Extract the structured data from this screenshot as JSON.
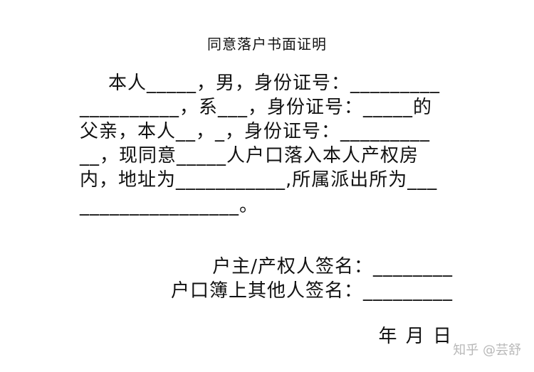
{
  "document": {
    "title": "同意落户书面证明",
    "lines": [
      "本人_____，男，身份证号：_________",
      "__________，系___，身份证号：_____的",
      "父亲，本人__，_，身份证号：_________",
      "__，现同意_____人户口落入本人产权房",
      "内，地址为___________,所属派出所为___",
      "________________。"
    ],
    "signatures": [
      "户主/产权人签名：________",
      "户口簿上其他人签名：_________"
    ],
    "date": "年 月 日"
  },
  "watermark": "知乎 @芸舒"
}
